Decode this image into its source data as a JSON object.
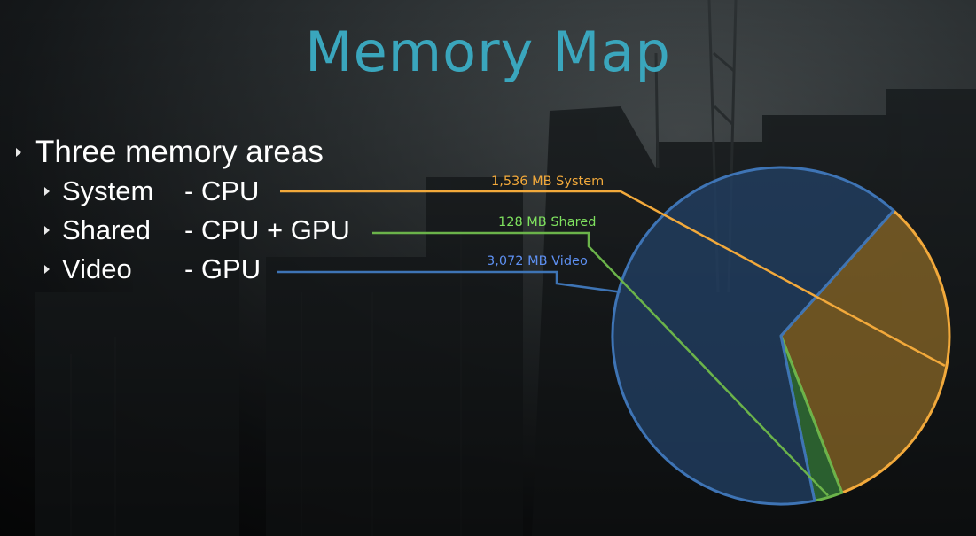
{
  "title": "Memory Map",
  "bullets": {
    "heading": "Three memory areas",
    "items": [
      {
        "name": "System",
        "desc": "- CPU"
      },
      {
        "name": "Shared",
        "desc": "- CPU + GPU"
      },
      {
        "name": "Video",
        "desc": "- GPU"
      }
    ]
  },
  "chart_data": {
    "type": "pie",
    "slices": [
      {
        "label": "1,536 MB System",
        "value": 1536,
        "color": "#f2a93b",
        "fill": "rgba(150,112,40,0.68)"
      },
      {
        "label": "128 MB Shared",
        "value": 128,
        "color": "#6bb34a",
        "fill": "rgba(50,115,55,0.80)"
      },
      {
        "label": "3,072 MB Video",
        "value": 3072,
        "color": "#3e74b5",
        "fill": "rgba(34,66,105,0.72)"
      }
    ],
    "label_colors": [
      "#f2a93b",
      "#7ee05e",
      "#5d8ff0"
    ]
  }
}
